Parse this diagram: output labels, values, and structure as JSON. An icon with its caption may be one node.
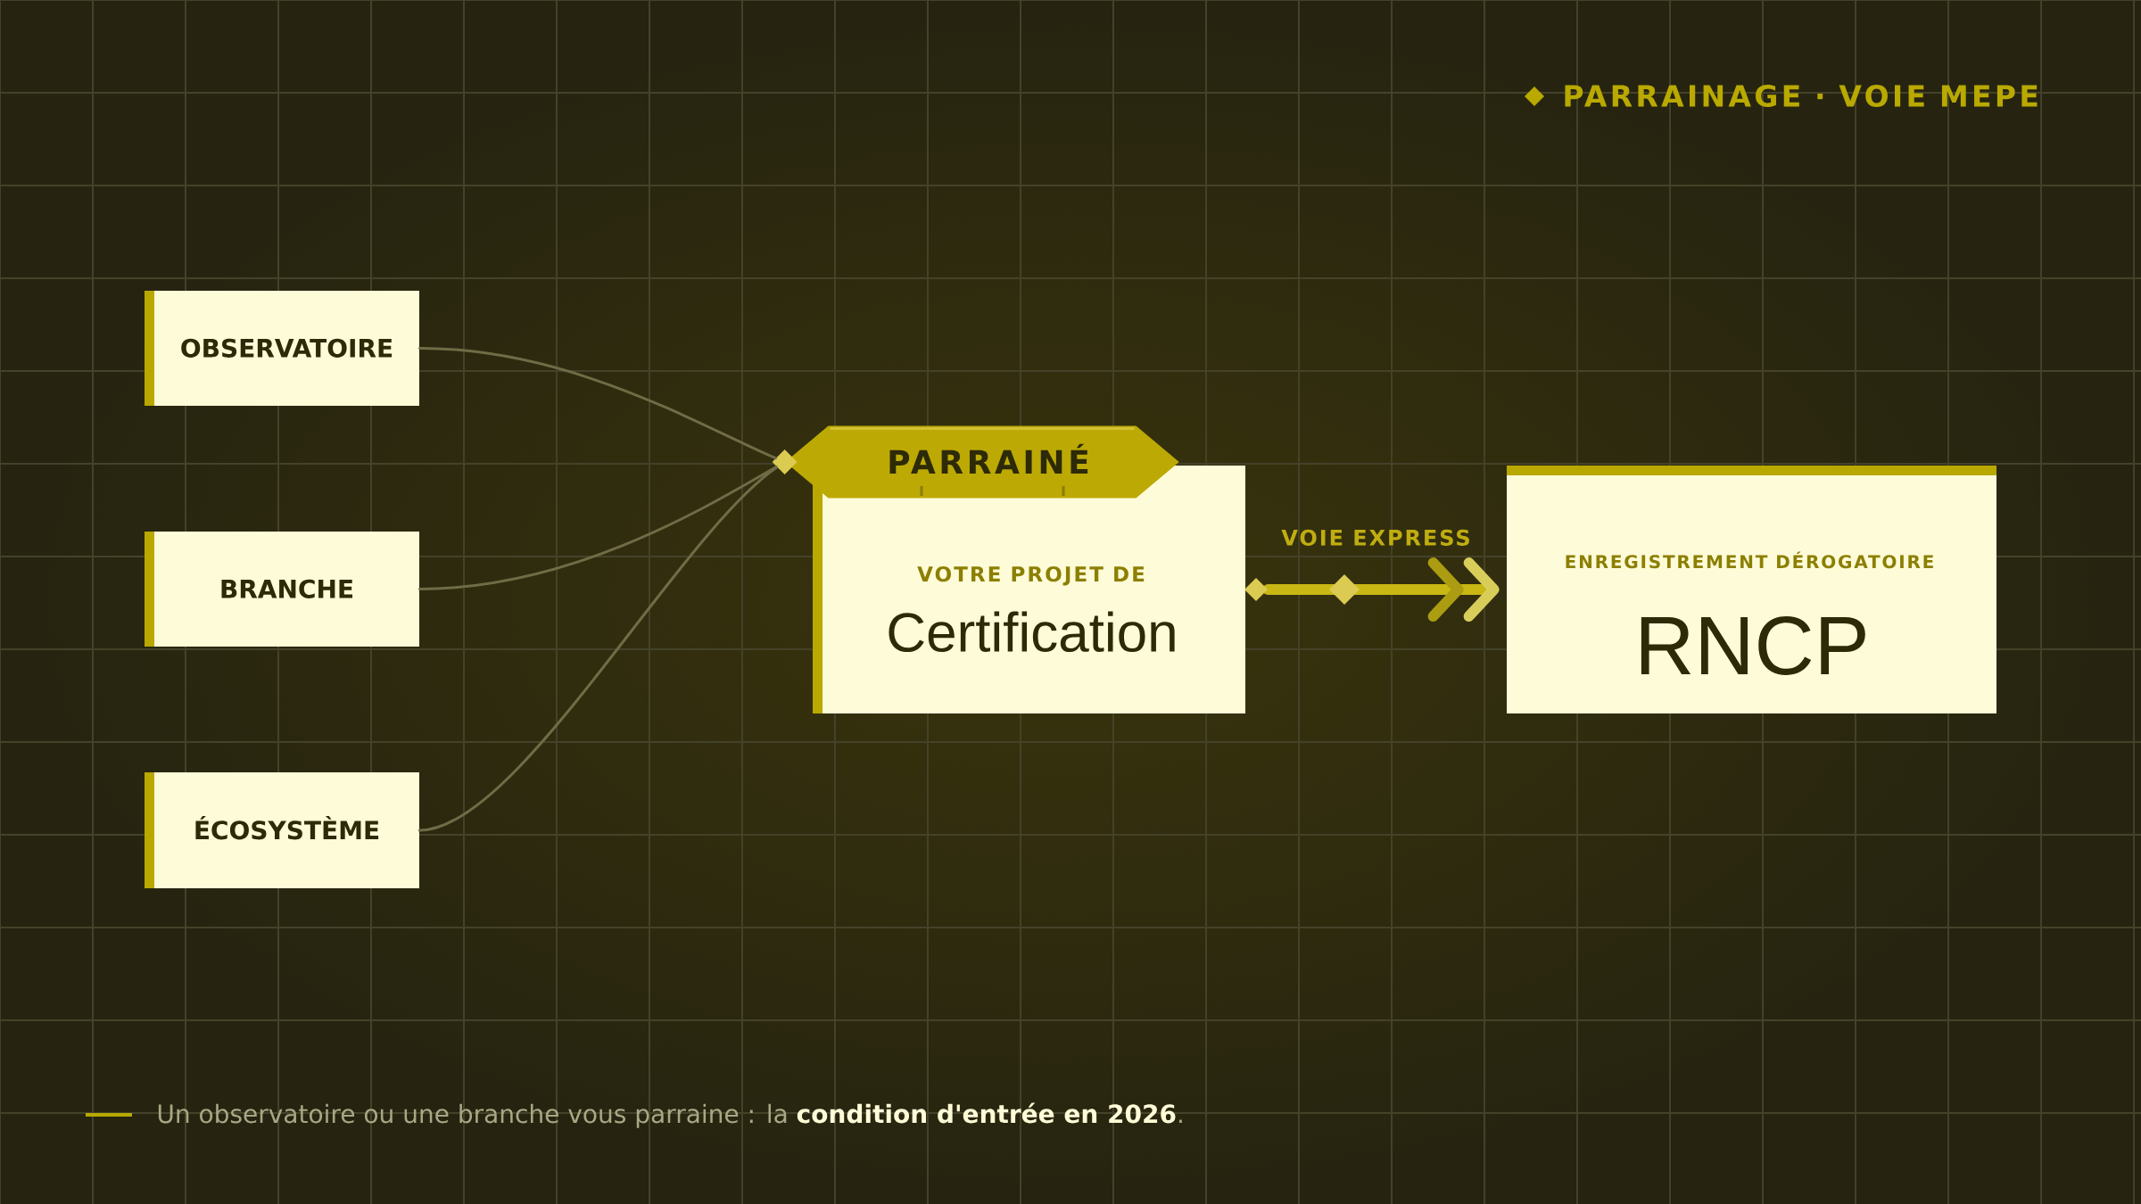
{
  "diagram": {
    "title": "PARRAINAGE · VOIE MEPE",
    "caption": "Un observatoire ou une branche vous parraine : la **condition d'entrée en 2026**.",
    "nodes": [
      {
        "text": [
          "OBSERVATOIRE"
        ]
      },
      {
        "text": [
          "BRANCHE"
        ]
      },
      {
        "text": [
          "ÉCOSYSTÈME"
        ]
      },
      {
        "text": [
          "PARRAINÉ"
        ]
      },
      {
        "text": [
          "VOTRE PROJET DE",
          "Certification"
        ]
      },
      {
        "text": [
          "ENREGISTREMENT DÉROGATOIRE",
          "RNCP"
        ]
      }
    ],
    "edges": [
      {
        "from": 0,
        "to": 3,
        "arrow": "none"
      },
      {
        "from": 1,
        "to": 3,
        "arrow": "none"
      },
      {
        "from": 2,
        "to": 3,
        "arrow": "none"
      },
      {
        "from": 4,
        "to": 5,
        "arrow": "to",
        "label": "VOIE EXPRESS",
        "style": "thick",
        "color": "#c9b814"
      }
    ]
  }
}
